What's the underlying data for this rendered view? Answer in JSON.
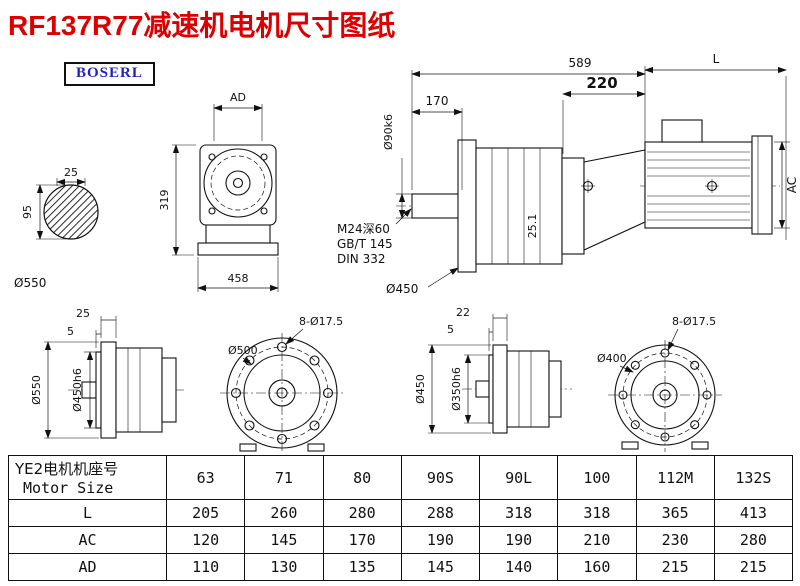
{
  "page": {
    "title": "RF137R77减速机电机尺寸图纸",
    "brand": "BOSERL"
  },
  "dims": {
    "shaft_w": "25",
    "shaft_h": "95",
    "d550": "Ø550",
    "ad": "AD",
    "d319": "319",
    "d458": "458",
    "d589": "589",
    "d170": "170",
    "shaft_dia": "Ø90k6",
    "thread": "M24深60",
    "gbt": "GB/T 145",
    "din": "DIN 332",
    "d450": "Ø450",
    "key": "25.1",
    "d220": "220",
    "L": "L",
    "AC": "AC",
    "f1_t": "25",
    "f1_s": "5",
    "f1_od": "Ø550",
    "f1_sp": "Ø450h6",
    "f1_holes": "8-Ø17.5",
    "f1_bc": "Ø500",
    "f2_t": "22",
    "f2_s": "5",
    "f2_od": "Ø450",
    "f2_sp": "Ø350h6",
    "f2_holes": "8-Ø17.5",
    "f2_bc": "Ø400"
  },
  "table": {
    "header_line1": "YE2电机机座号",
    "header_line2": "Motor Size",
    "columns": [
      "63",
      "71",
      "80",
      "90S",
      "90L",
      "100",
      "112M",
      "132S"
    ],
    "rows": [
      {
        "label": "L",
        "values": [
          "205",
          "260",
          "280",
          "288",
          "318",
          "318",
          "365",
          "413"
        ]
      },
      {
        "label": "AC",
        "values": [
          "120",
          "145",
          "170",
          "190",
          "190",
          "210",
          "230",
          "280"
        ]
      },
      {
        "label": "AD",
        "values": [
          "110",
          "130",
          "135",
          "145",
          "140",
          "160",
          "215",
          "215"
        ]
      }
    ]
  }
}
